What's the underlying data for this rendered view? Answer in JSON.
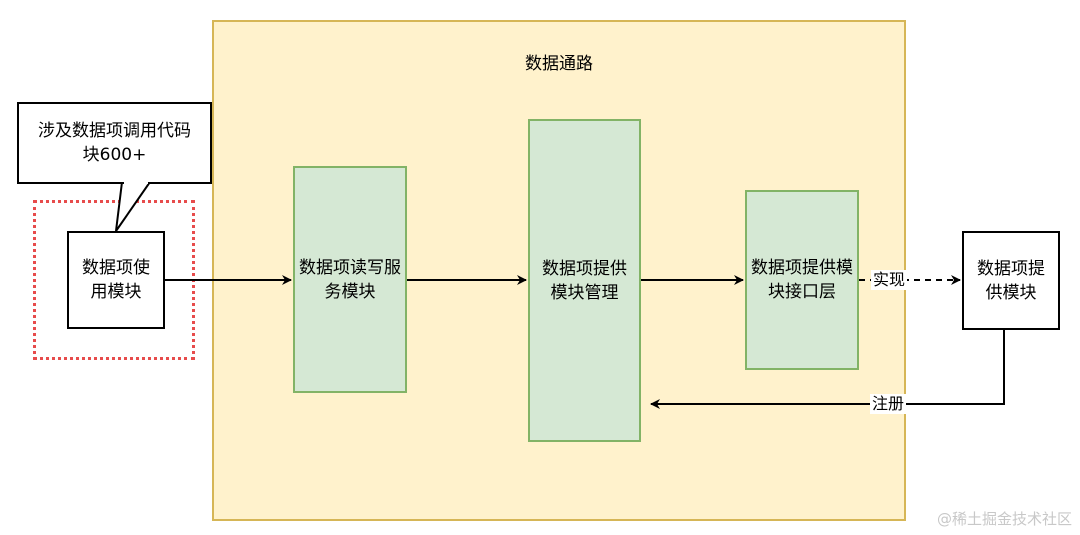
{
  "diagram": {
    "group_title": "数据通路",
    "callout": {
      "text": "涉及数据项调用代码块600+"
    },
    "nodes": {
      "user_module": "数据项使用模块",
      "rw_service": "数据项读写服务模块",
      "provider_mgmt": "数据项提供模块管理",
      "provider_interface": "数据项提供模块接口层",
      "provider_module": "数据项提供模块"
    },
    "edge_labels": {
      "implement": "实现",
      "register": "注册"
    },
    "colors": {
      "container_fill": "#fff2cc",
      "container_stroke": "#d6b656",
      "node_fill": "#d5e8d4",
      "node_stroke": "#82b366",
      "highlight": "#e74c4c"
    }
  },
  "watermark": "@稀土掘金技术社区"
}
